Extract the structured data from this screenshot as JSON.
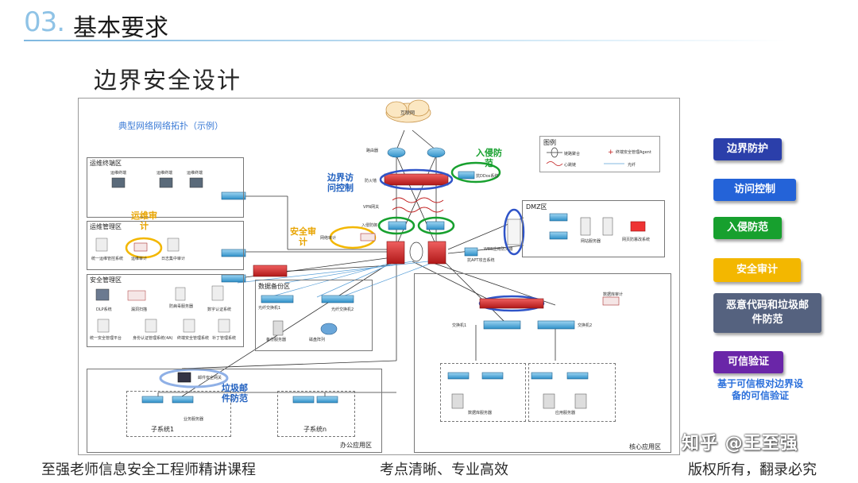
{
  "header": {
    "number": "03.",
    "title": "基本要求"
  },
  "subtitle": "边界安全设计",
  "diagram": {
    "caption": "典型网络网络拓扑（示例）",
    "cloud_label": "互联网",
    "legend_title": "图例",
    "legend_items": [
      "链路聚合",
      "终端安全管理Agent",
      "心跳链",
      "光纤"
    ],
    "callouts": {
      "boundary_access": "边界访\n问控制",
      "intrusion": "入侵防\n范",
      "ops_audit": "运维审\n计",
      "security_audit": "安全审\n计",
      "spam": "垃圾邮\n件防范"
    },
    "zones": {
      "ops_terminal": "运维终端区",
      "ops_mgmt": "运维管理区",
      "sec_mgmt": "安全管理区",
      "backup": "数据备份区",
      "dmz": "DMZ区",
      "office": "办公应用区",
      "core": "核心应用区"
    },
    "device_labels": {
      "router": "路由器",
      "firewall": "防火墙",
      "vpn": "VPN网关",
      "ips": "入侵防御",
      "anti_ddos": "抗DDos系统",
      "net_audit": "网络审计",
      "waf": "WEB应用防火墙",
      "ap_attack": "抗APT攻击系统",
      "web_server": "网站服务器",
      "web_tamper": "网页防篡改系统",
      "db_audit": "数据库审计",
      "mail_gw": "邮件安全网关",
      "ops_t1": "运维终端",
      "ops_t2": "运维终端",
      "ops_t3": "运维终端",
      "bastion": "统一运维管控系统",
      "ops_audit_dev": "运维审计",
      "log": "日志集中审计",
      "dlp": "DLP系统",
      "vuln": "漏洞扫描",
      "av": "防病毒服务器",
      "ca": "数字认证系统",
      "soc": "统一安全管理平台",
      "4a": "身份认证管理系统(4A)",
      "endpoint": "终端安全管理系统",
      "patch": "补丁管理系统",
      "fc_sw1": "光纤交换机1",
      "fc_sw2": "光纤交换机2",
      "backup_srv": "备份服务器",
      "disk_array": "磁盘阵列",
      "core_sw1": "交换机1",
      "core_sw2": "交换机2",
      "db_srv": "数据库服务器",
      "app_srv": "应用服务器",
      "sub1": "子系统1",
      "subn": "子系统n",
      "sub_srv": "业务服务器"
    }
  },
  "legend_buttons": [
    {
      "label": "边界防护",
      "color": "#2b3faa"
    },
    {
      "label": "访问控制",
      "color": "#2463d8"
    },
    {
      "label": "入侵防范",
      "color": "#17a02e"
    },
    {
      "label": "安全审计",
      "color": "#f3b700"
    },
    {
      "label": "恶意代码和垃圾邮件防范",
      "color": "#55627f"
    },
    {
      "label": "可信验证",
      "color": "#6a26a8"
    }
  ],
  "trust_note": "基于可信根对边界设备的可信验证",
  "footer": {
    "left": "至强老师信息安全工程师精讲课程",
    "center": "考点清晰、专业高效",
    "right": "版权所有，翻录必究"
  },
  "watermark": "知乎 @王至强"
}
